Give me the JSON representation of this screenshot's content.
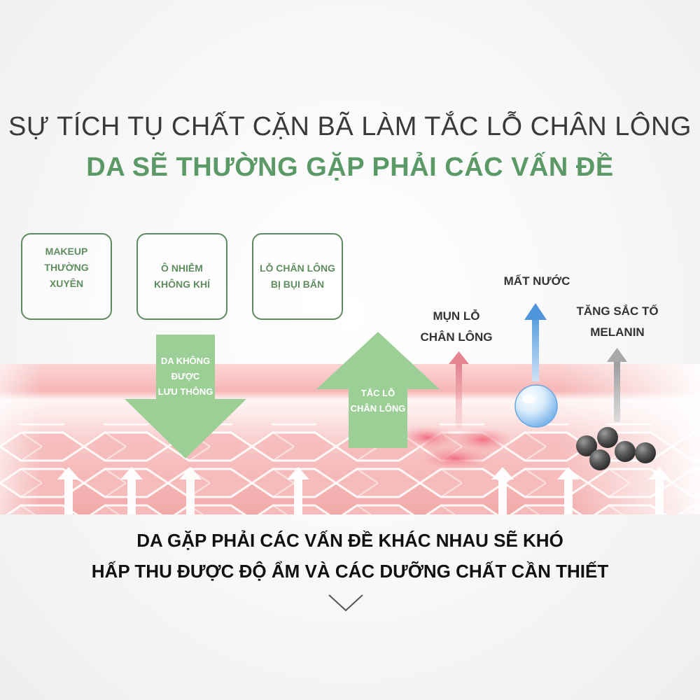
{
  "header": {
    "title": "SỰ TÍCH TỤ CHẤT CẶN BÃ LÀM TẮC LỖ CHÂN LÔNG",
    "subtitle": "DA SẼ THƯỜNG GẶP PHẢI CÁC VẤN ĐỀ"
  },
  "causes": [
    {
      "line1": "MAKEUP",
      "line2": "THƯỜNG XUYÊN"
    },
    {
      "line1": "Ô NHIỄM",
      "line2": "KHÔNG KHÍ"
    },
    {
      "line1": "LỖ CHÂN LÔNG",
      "line2": "BỊ BỤI BẨN"
    }
  ],
  "arrows": {
    "down": {
      "line1": "DA KHÔNG",
      "line2": "ĐƯỢC",
      "line3": "LƯU THÔNG"
    },
    "up": {
      "line1": "TẮC LỖ",
      "line2": "CHÂN LÔNG"
    }
  },
  "problems": {
    "acne": {
      "line1": "MỤN LỖ",
      "line2": "CHÂN LÔNG"
    },
    "dehydration": {
      "line1": "MẤT NƯỚC"
    },
    "melanin": {
      "line1": "TĂNG SẮC TỐ",
      "line2": "MELANIN"
    }
  },
  "footer": {
    "line1": "DA GẶP PHẢI CÁC VẤN ĐỀ KHÁC NHAU SẼ KHÓ",
    "line2": "HẤP THU ĐƯỢC ĐỘ ẨM VÀ CÁC DƯỠNG CHẤT CẦN THIẾT"
  },
  "icons": [
    "chevron-down-icon",
    "droplet-icon",
    "melanin-particles-icon"
  ],
  "colors": {
    "accent_green": "#5b9a67",
    "arrow_green": "#9ccf96",
    "skin_pink": "#f3a9a9",
    "text_dark": "#3a3a3a"
  }
}
